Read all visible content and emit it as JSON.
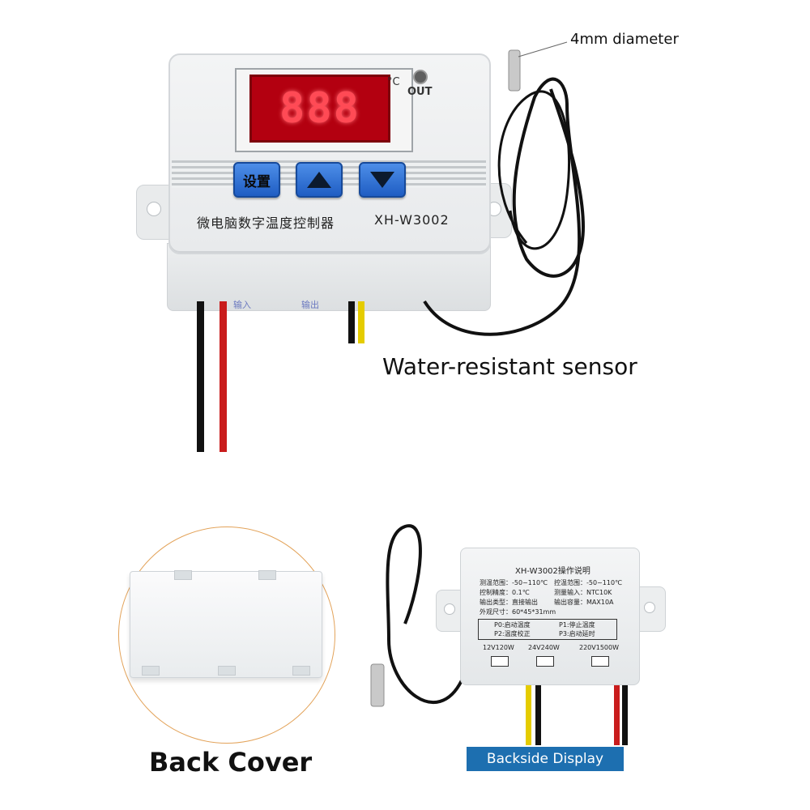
{
  "front_unit": {
    "display_reading": "888",
    "unit_symbol": "°C",
    "out_label": "OUT",
    "set_key_label": "设置",
    "up_key_icon": "triangle-up-icon",
    "down_key_icon": "triangle-down-icon",
    "model_name_cn": "微电脑数字温度控制器",
    "model_code": "XH-W3002",
    "port_input_label": "输入",
    "port_output_label": "输出"
  },
  "annotations": {
    "sensor_diameter": "4mm diameter",
    "sensor_caption": "Water-resistant sensor",
    "back_cover_caption": "Back Cover",
    "backside_caption": "Backside Display"
  },
  "backside_label": {
    "title": "XH-W3002操作说明",
    "specs": [
      "测温范围：-50~110℃",
      "控温范围：-50~110℃",
      "控制精度：0.1℃",
      "测量输入：NTC10K",
      "输出类型：直接输出",
      "输出容量：MAX10A",
      "外观尺寸：60*45*31mm"
    ],
    "params": [
      "P0:启动温度",
      "P1:停止温度",
      "P2:温度校正",
      "P3:启动延时"
    ],
    "power_ratings": [
      "12V120W",
      "24V240W",
      "220V1500W"
    ]
  },
  "colors": {
    "display_red": "#b30010",
    "segment_glow": "#ff4a55",
    "key_blue": "#2f6fd8",
    "badge_blue": "#1d6fb0",
    "wire_red": "#c91c1c",
    "wire_yellow": "#e5cc00",
    "cable_black": "#111111",
    "circle_outline": "#e3a35a"
  }
}
